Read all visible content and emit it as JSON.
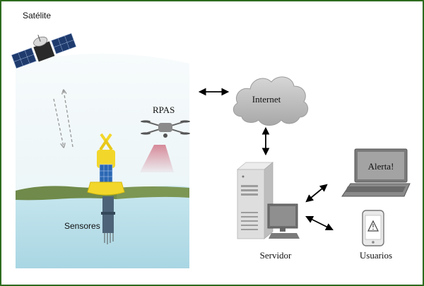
{
  "labels": {
    "satellite": "Satélite",
    "rpas": "RPAS",
    "sensors": "Sensores",
    "internet": "Internet",
    "server": "Servidor",
    "users": "Usuarios",
    "alert": "Alerta!"
  },
  "colors": {
    "frame_border": "#2e6b1f",
    "sky": "#eef6f8",
    "water": "#b9dfe9",
    "land": "#6f8a4a",
    "buoy": "#f2d72a",
    "solar_panel": "#2b67b3",
    "cloud": "#bdbdbd",
    "server": "#d9d9d9",
    "laptop": "#8c8c8c",
    "arrow": "#000000"
  },
  "icons": [
    "satellite-icon",
    "drone-icon",
    "buoy-icon",
    "cloud-icon",
    "server-icon",
    "monitor-icon",
    "laptop-icon",
    "phone-icon",
    "warning-icon"
  ]
}
